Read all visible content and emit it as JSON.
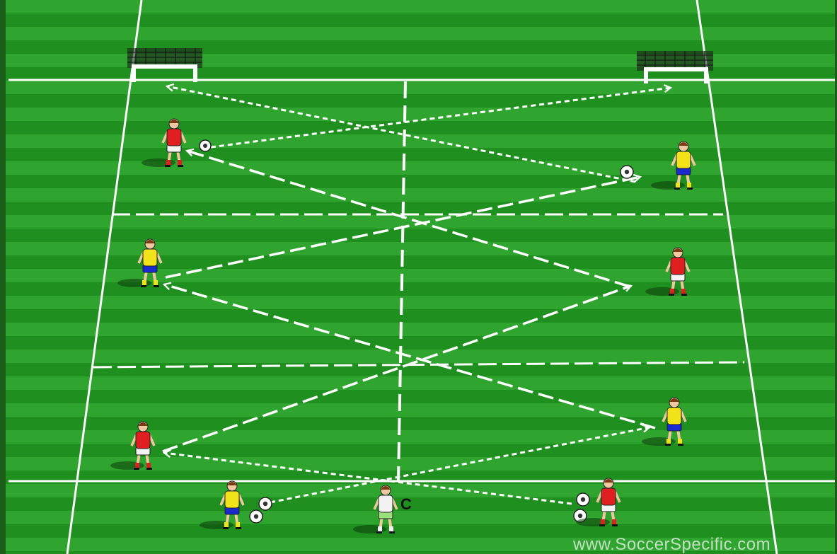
{
  "diagram": {
    "type": "soccer-drill",
    "colors": {
      "grass_light": "#2fa52f",
      "grass_dark": "#1f8f1f",
      "border": "#1a5e1a",
      "lines": "#ffffff",
      "team_red": "#e02020",
      "team_yellow": "#f2e21a",
      "team_blue_shorts": "#1a2ad0",
      "coach": "#f2f2f2",
      "coach_shorts": "#9be07a"
    },
    "goals": [
      {
        "id": "goal-left"
      },
      {
        "id": "goal-right"
      }
    ],
    "players": [
      {
        "id": "red-top-left",
        "team": "red"
      },
      {
        "id": "yellow-top-right",
        "team": "yellow"
      },
      {
        "id": "yellow-mid-left",
        "team": "yellow"
      },
      {
        "id": "red-mid-right",
        "team": "red"
      },
      {
        "id": "red-low-left",
        "team": "red"
      },
      {
        "id": "yellow-low-right",
        "team": "yellow"
      },
      {
        "id": "yellow-bottom-left",
        "team": "yellow"
      },
      {
        "id": "red-bottom-right",
        "team": "red"
      }
    ],
    "coach": {
      "label": "C"
    },
    "watermark": "www.SoccerSpecific.com"
  }
}
